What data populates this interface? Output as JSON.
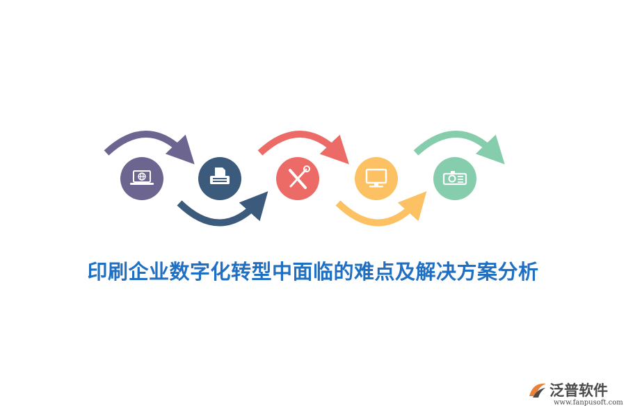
{
  "title": "印刷企业数字化转型中面临的难点及解决方案分析",
  "steps": [
    {
      "icon": "laptop-globe-icon",
      "color": "#6b6590"
    },
    {
      "icon": "printer-icon",
      "color": "#3c5a7b"
    },
    {
      "icon": "tools-icon",
      "color": "#ec6b66"
    },
    {
      "icon": "monitor-icon",
      "color": "#fcc163"
    },
    {
      "icon": "projector-icon",
      "color": "#86cdad"
    }
  ],
  "logo": {
    "name": "泛普软件",
    "url": "www.fanpusoft.com",
    "color": "#e8823a"
  }
}
